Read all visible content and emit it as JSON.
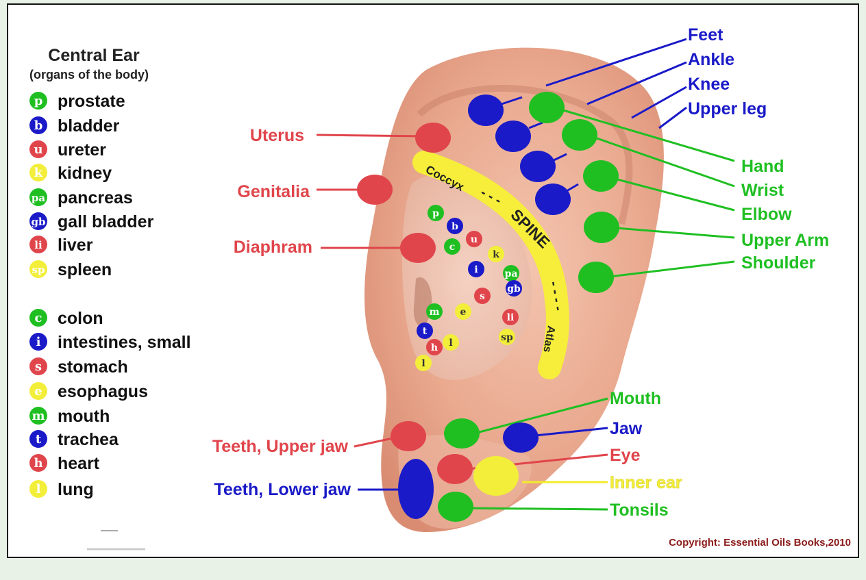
{
  "legend": {
    "title": "Central Ear",
    "subtitle": "(organs of the body)",
    "items": [
      {
        "letter": "p",
        "label": "prostate",
        "color": "#1fbf22"
      },
      {
        "letter": "b",
        "label": "bladder",
        "color": "#1a1ac8"
      },
      {
        "letter": "u",
        "label": "ureter",
        "color": "#e0454b"
      },
      {
        "letter": "k",
        "label": "kidney",
        "color": "#f2ee3a"
      },
      {
        "letter": "pa",
        "label": "pancreas",
        "color": "#1fbf22"
      },
      {
        "letter": "gb",
        "label": "gall bladder",
        "color": "#1a1ac8"
      },
      {
        "letter": "li",
        "label": "liver",
        "color": "#e0454b"
      },
      {
        "letter": "sp",
        "label": "spleen",
        "color": "#f2ee3a"
      },
      {
        "letter": "c",
        "label": "colon",
        "color": "#1fbf22"
      },
      {
        "letter": "i",
        "label": "intestines, small",
        "color": "#1a1ac8"
      },
      {
        "letter": "s",
        "label": "stomach",
        "color": "#e0454b"
      },
      {
        "letter": "e",
        "label": "esophagus",
        "color": "#f2ee3a"
      },
      {
        "letter": "m",
        "label": "mouth",
        "color": "#1fbf22"
      },
      {
        "letter": "t",
        "label": "trachea",
        "color": "#1a1ac8"
      },
      {
        "letter": "h",
        "label": "heart",
        "color": "#e0454b"
      },
      {
        "letter": "l",
        "label": "lung",
        "color": "#f2ee3a"
      }
    ]
  },
  "labels": {
    "feet": "Feet",
    "ankle": "Ankle",
    "knee": "Knee",
    "upper_leg": "Upper leg",
    "hand": "Hand",
    "wrist": "Wrist",
    "elbow": "Elbow",
    "upper_arm": "Upper Arm",
    "shoulder": "Shoulder",
    "uterus": "Uterus",
    "genitalia": "Genitalia",
    "diaphram": "Diaphram",
    "mouth": "Mouth",
    "jaw": "Jaw",
    "eye": "Eye",
    "inner_ear": "Inner ear",
    "tonsils": "Tonsils",
    "teeth_upper": "Teeth, Upper jaw",
    "teeth_lower": "Teeth, Lower jaw"
  },
  "spine": {
    "coccyx": "Coccyx",
    "spine": "SPINE",
    "atlas": "Atlas"
  },
  "copyright": "Copyright: Essential Oils Books,2010",
  "colors": {
    "red": "#e0454b",
    "blue": "#1a1ac8",
    "green": "#1fbf22",
    "yellow": "#f2ee3a",
    "skin": "#e8a98f"
  }
}
